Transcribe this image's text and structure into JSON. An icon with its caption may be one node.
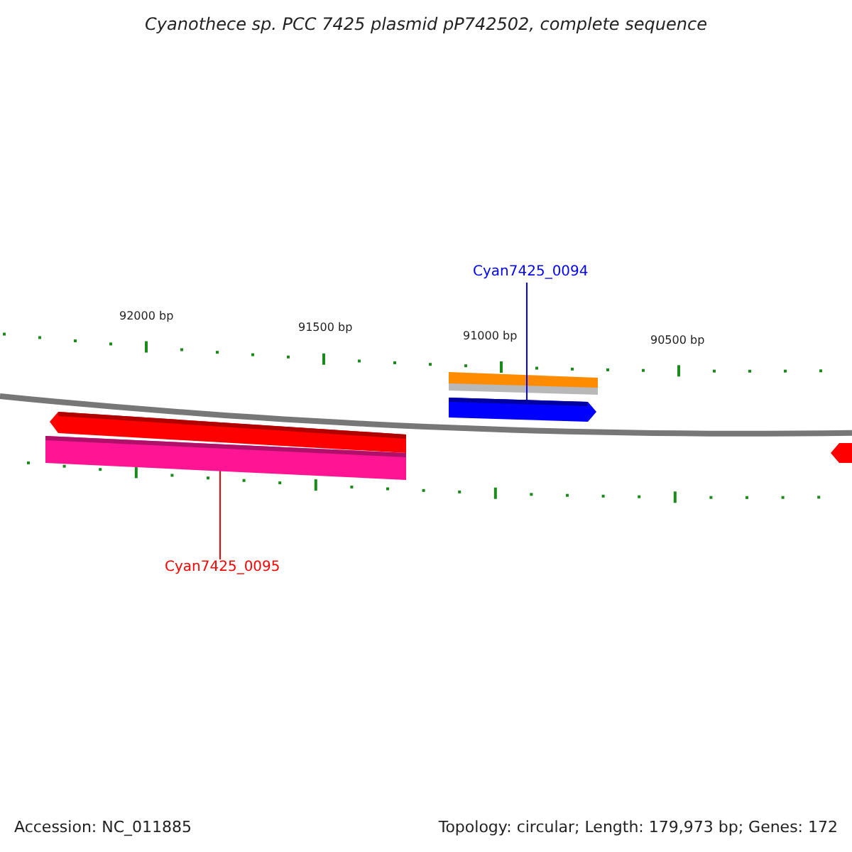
{
  "diagram": {
    "title": "Cyanothece sp. PCC 7425 plasmid pP742502, complete sequence",
    "nodes": [
      {
        "text": [
          "Cyan7425_0094"
        ]
      },
      {
        "text": [],
        "shape": "bar"
      },
      {
        "text": [
          "Cyan7425_0095"
        ]
      },
      {
        "text": [],
        "shape": "bar"
      }
    ],
    "edges": [
      {
        "from": 0,
        "to": 1,
        "arrow": "none",
        "color": "#0000ff"
      },
      {
        "from": 2,
        "to": 3,
        "arrow": "none",
        "color": "#ff0000"
      }
    ],
    "labels": [
      "92000 bp",
      "91500 bp",
      "91000 bp",
      "90500 bp",
      "Accession: NC_011885",
      "Topology: circular; Length: 179,973 bp; Genes: 172"
    ]
  }
}
